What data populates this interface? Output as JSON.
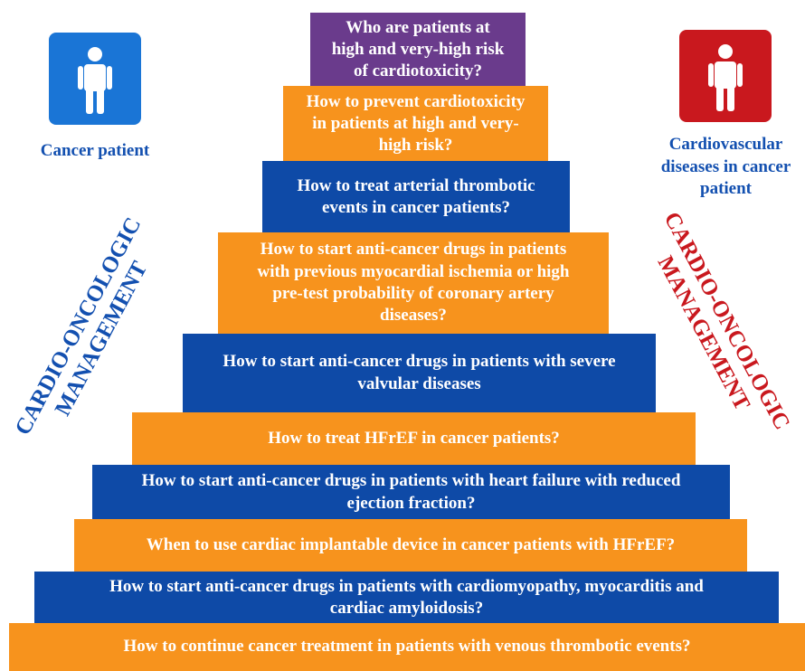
{
  "left_panel": {
    "icon": "person-icon",
    "caption": "Cancer patient",
    "side_title_line1": "CARDIO-ONCOLOGIC",
    "side_title_line2": "MANAGEMENT"
  },
  "right_panel": {
    "icon": "person-icon",
    "caption_line1": "Cardiovascular",
    "caption_line2": "diseases in cancer",
    "caption_line3": "patient",
    "side_title_line1": "CARDIO-ONCOLOGIC",
    "side_title_line2": "MANAGEMENT"
  },
  "pyramid": [
    {
      "lines": [
        "Who are patients at",
        "high and very-high risk",
        "of cardiotoxicity?"
      ],
      "color": "purple"
    },
    {
      "lines": [
        "How to prevent cardiotoxicity",
        "in patients at high and very-",
        "high risk?"
      ],
      "color": "orange"
    },
    {
      "lines": [
        "How to treat arterial thrombotic",
        "events in cancer patients?"
      ],
      "color": "blue"
    },
    {
      "lines": [
        "How to start anti-cancer drugs in patients",
        "with previous myocardial ischemia or high",
        "pre-test probability of coronary artery",
        "diseases?"
      ],
      "color": "orange"
    },
    {
      "lines": [
        "How to start anti-cancer drugs in patients with severe",
        "valvular diseases"
      ],
      "color": "blue"
    },
    {
      "lines": [
        "How to treat HFrEF in cancer patients?"
      ],
      "color": "orange"
    },
    {
      "lines": [
        "How to start anti-cancer drugs in patients with heart failure with reduced",
        "ejection fraction?"
      ],
      "color": "blue"
    },
    {
      "lines": [
        "When to use cardiac implantable device in cancer patients with HFrEF?"
      ],
      "color": "orange"
    },
    {
      "lines": [
        "How to start anti-cancer drugs in patients with cardiomyopathy, myocarditis and",
        "cardiac amyloidosis?"
      ],
      "color": "blue"
    },
    {
      "lines": [
        "How to continue cancer treatment in patients with venous thrombotic events?"
      ],
      "color": "orange"
    }
  ],
  "colors": {
    "purple": "#6a3b8c",
    "orange": "#f7931d",
    "blue": "#0e4aa7",
    "left_icon_bg": "#1a75d6",
    "right_icon_bg": "#c9181e",
    "left_text": "#1350b0",
    "right_side_text": "#c9181e"
  }
}
